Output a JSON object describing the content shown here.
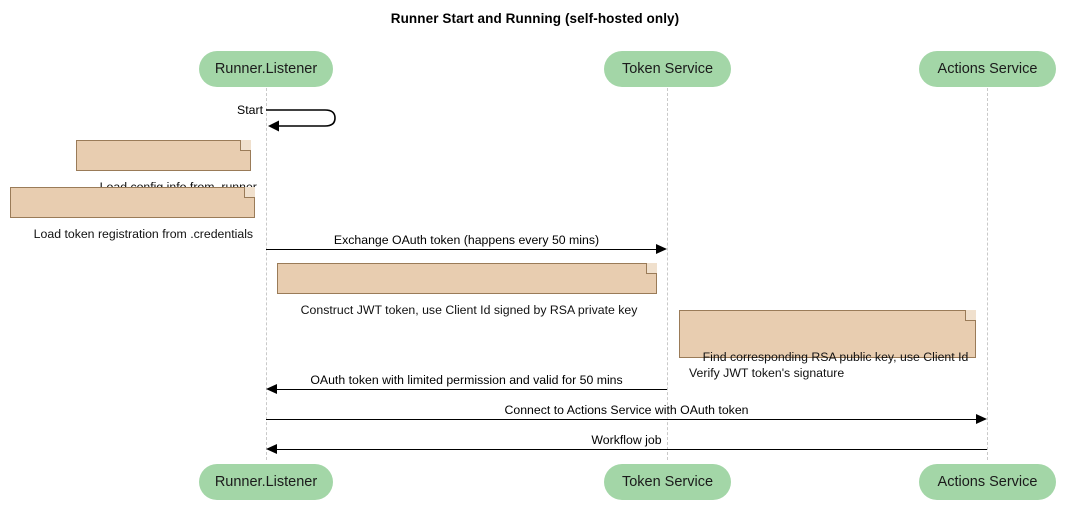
{
  "diagram": {
    "type": "sequence-diagram",
    "title": "Runner Start and Running (self-hosted only)",
    "colors": {
      "participant_fill": "#a3d6a7",
      "note_fill": "#e8cdb0",
      "note_border": "#9a7b58",
      "lifeline": "#c9c9c9",
      "arrow": "#000000",
      "background": "#ffffff"
    },
    "participants": [
      {
        "id": "runner",
        "label": "Runner.Listener"
      },
      {
        "id": "token",
        "label": "Token Service"
      },
      {
        "id": "actions",
        "label": "Actions Service"
      }
    ],
    "participants_bottom": [
      {
        "id": "runner",
        "label": "Runner.Listener"
      },
      {
        "id": "token",
        "label": "Token Service"
      },
      {
        "id": "actions",
        "label": "Actions Service"
      }
    ],
    "messages": [
      {
        "id": "m1",
        "label": "Start",
        "from": "runner",
        "to": "runner",
        "kind": "self-loop",
        "direction": "self"
      },
      {
        "id": "m2",
        "label": "Exchange OAuth token (happens every 50 mins)",
        "from": "runner",
        "to": "token",
        "kind": "solid",
        "direction": "right"
      },
      {
        "id": "m3",
        "label": "OAuth token with limited permission and valid for 50 mins",
        "from": "token",
        "to": "runner",
        "kind": "solid",
        "direction": "left"
      },
      {
        "id": "m4",
        "label": "Connect to Actions Service with OAuth token",
        "from": "runner",
        "to": "actions",
        "kind": "solid",
        "direction": "right"
      },
      {
        "id": "m5",
        "label": "Workflow job",
        "from": "actions",
        "to": "runner",
        "kind": "solid",
        "direction": "left"
      }
    ],
    "notes": [
      {
        "id": "n1",
        "text": "Load config info from .runner",
        "attached_to": "runner"
      },
      {
        "id": "n2",
        "text": "Load token registration from .credentials",
        "attached_to": "runner"
      },
      {
        "id": "n3",
        "text": "Construct JWT token, use Client Id signed by RSA private key",
        "attached_to": "runner"
      },
      {
        "id": "n4",
        "text": "Find corresponding RSA public key, use Client Id\nVerify JWT token's signature",
        "attached_to": "token"
      }
    ]
  }
}
